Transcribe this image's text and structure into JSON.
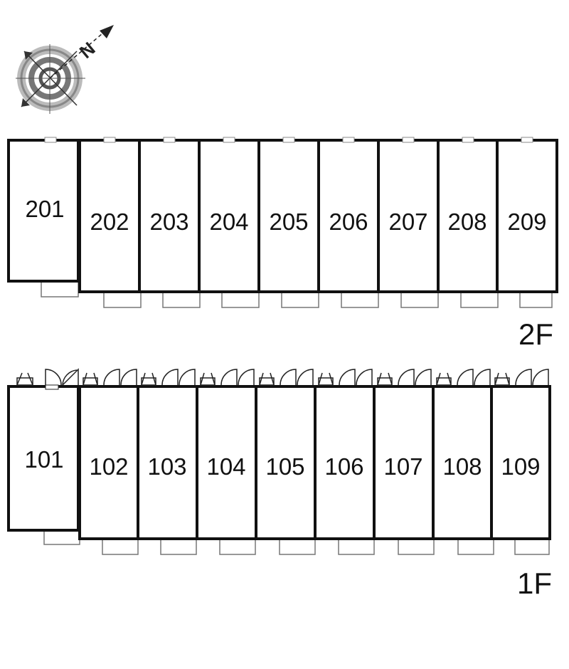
{
  "compass": {
    "north_label": "N",
    "icon": "compass-rose-icon"
  },
  "floors": [
    {
      "id": "2f",
      "label": "2F",
      "units": [
        "201",
        "202",
        "203",
        "204",
        "205",
        "206",
        "207",
        "208",
        "209"
      ]
    },
    {
      "id": "1f",
      "label": "1F",
      "units": [
        "101",
        "102",
        "103",
        "104",
        "105",
        "106",
        "107",
        "108",
        "109"
      ]
    }
  ]
}
